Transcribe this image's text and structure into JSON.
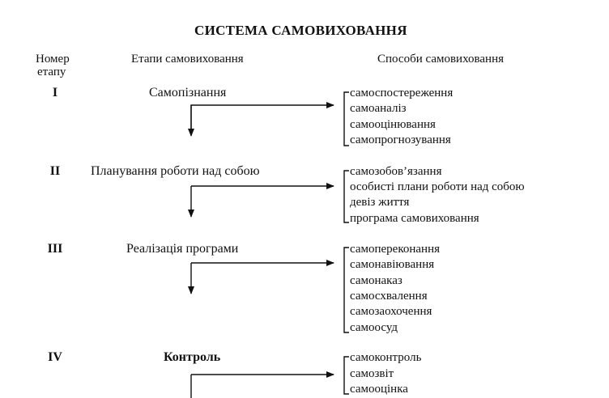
{
  "title": "СИСТЕМА САМОВИХОВАННЯ",
  "headers": {
    "number_line1": "Номер",
    "number_line2": "етапу",
    "stages": "Етапи самовиховання",
    "methods": "Способи самовиховання"
  },
  "rows": [
    {
      "number": "I",
      "stage": "Самопізнання",
      "methods": [
        "самоспостереження",
        "самоаналіз",
        "самооцінювання",
        "самопрогнозування"
      ]
    },
    {
      "number": "II",
      "stage": "Планування роботи над собою",
      "methods": [
        "самозобов’язання",
        "особисті плани роботи над собою",
        "девіз життя",
        "програма самовиховання"
      ]
    },
    {
      "number": "III",
      "stage": "Реалізація програми",
      "methods": [
        "самопереконання",
        "самонавіювання",
        "самонаказ",
        "самосхвалення",
        "самозаохочення",
        "самоосуд"
      ]
    },
    {
      "number": "IV",
      "stage": "Контроль",
      "methods": [
        "самоконтроль",
        "самозвіт",
        "самооцінка"
      ]
    }
  ]
}
